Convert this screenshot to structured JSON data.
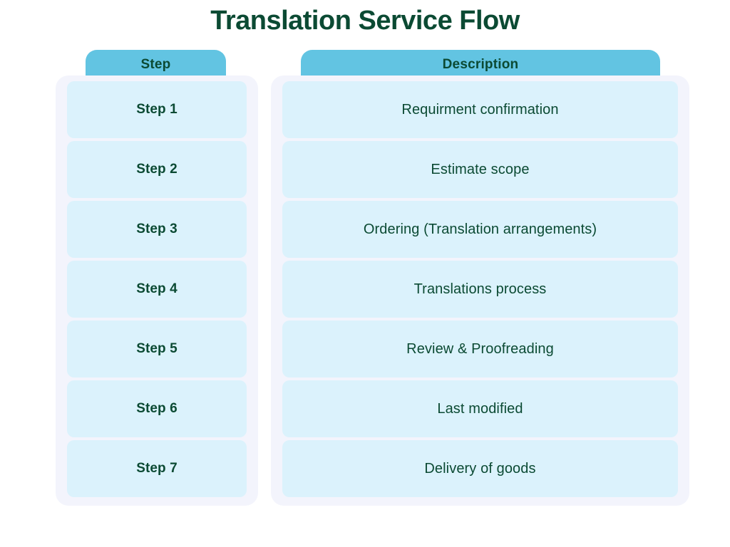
{
  "title": "Translation Service Flow",
  "colors": {
    "title_green": "#0B4A33",
    "header_teal": "#62C4E2",
    "cell_blue": "#DBF2FC",
    "card_lavender": "#F3F4FC",
    "page_background": "#FFFFFF"
  },
  "table": {
    "columns": [
      {
        "key": "step",
        "header": "Step"
      },
      {
        "key": "description",
        "header": "Description"
      }
    ],
    "rows": [
      {
        "step": "Step 1",
        "description": "Requirment confirmation"
      },
      {
        "step": "Step 2",
        "description": "Estimate scope"
      },
      {
        "step": "Step 3",
        "description": "Ordering (Translation arrangements)"
      },
      {
        "step": "Step 4",
        "description": "Translations process"
      },
      {
        "step": "Step 5",
        "description": "Review & Proofreading"
      },
      {
        "step": "Step 6",
        "description": "Last modified"
      },
      {
        "step": "Step 7",
        "description": "Delivery of goods"
      }
    ]
  }
}
